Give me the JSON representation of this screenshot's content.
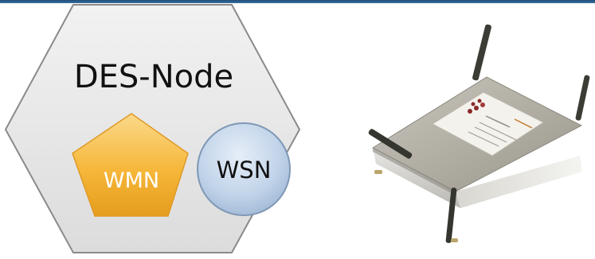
{
  "title": "DES-Node",
  "shapes": {
    "pentagon_label": "WMN",
    "circle_label": "WSN"
  },
  "colors": {
    "top_rule": "#1f4e79",
    "hexagon_fill": "#e6e6e6",
    "hexagon_stroke": "#7f7f7f",
    "pentagon_fill": "#f6b73a",
    "circle_fill": "#b9cde3"
  },
  "device": {
    "icon": "wireless-node-device-photo"
  }
}
